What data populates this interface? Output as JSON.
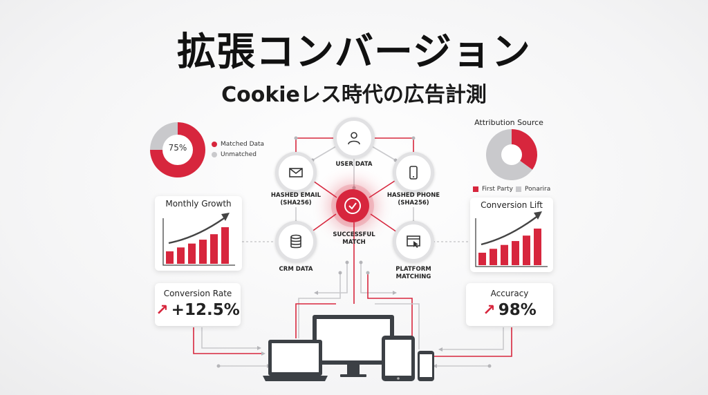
{
  "header": {
    "title": "拡張コンバージョン",
    "subtitle": "Cookieレス時代の広告計測"
  },
  "colors": {
    "accent": "#d7263d",
    "neutral": "#c9c9cc",
    "dark": "#3c4045"
  },
  "match_chart": {
    "center_label": "75%",
    "legend": [
      "Matched Data",
      "Unmatched"
    ],
    "chart_data": {
      "type": "pie",
      "labels": [
        "Matched Data",
        "Unmatched"
      ],
      "values": [
        75,
        25
      ]
    }
  },
  "attribution": {
    "title": "Attribution Source",
    "legend": [
      "First Party",
      "Ponarira"
    ],
    "chart_data": {
      "type": "pie",
      "labels": [
        "First Party",
        "Ponarira"
      ],
      "values": [
        35,
        65
      ]
    }
  },
  "monthly_growth": {
    "title": "Monthly Growth",
    "chart_data": {
      "type": "bar",
      "values": [
        16,
        21,
        26,
        31,
        38,
        47
      ],
      "ylim": [
        0,
        55
      ]
    }
  },
  "conversion_lift": {
    "title": "Conversion Lift",
    "chart_data": {
      "type": "bar",
      "values": [
        16,
        21,
        26,
        31,
        38,
        47
      ],
      "ylim": [
        0,
        55
      ]
    }
  },
  "conversion_rate": {
    "title": "Conversion Rate",
    "value": "+12.5%",
    "arrow": "↗"
  },
  "accuracy": {
    "title": "Accuracy",
    "value": "98%",
    "arrow": "↗"
  },
  "nodes": {
    "user_data": "USER DATA",
    "hashed_email": "HASHED EMAIL\n(SHA256)",
    "hashed_phone": "HASHED PHONE\n(SHA256)",
    "successful_match": "SUCCESSFUL\nMATCH",
    "crm_data": "CRM DATA",
    "platform_matching": "PLATFORM\nMATCHING"
  }
}
